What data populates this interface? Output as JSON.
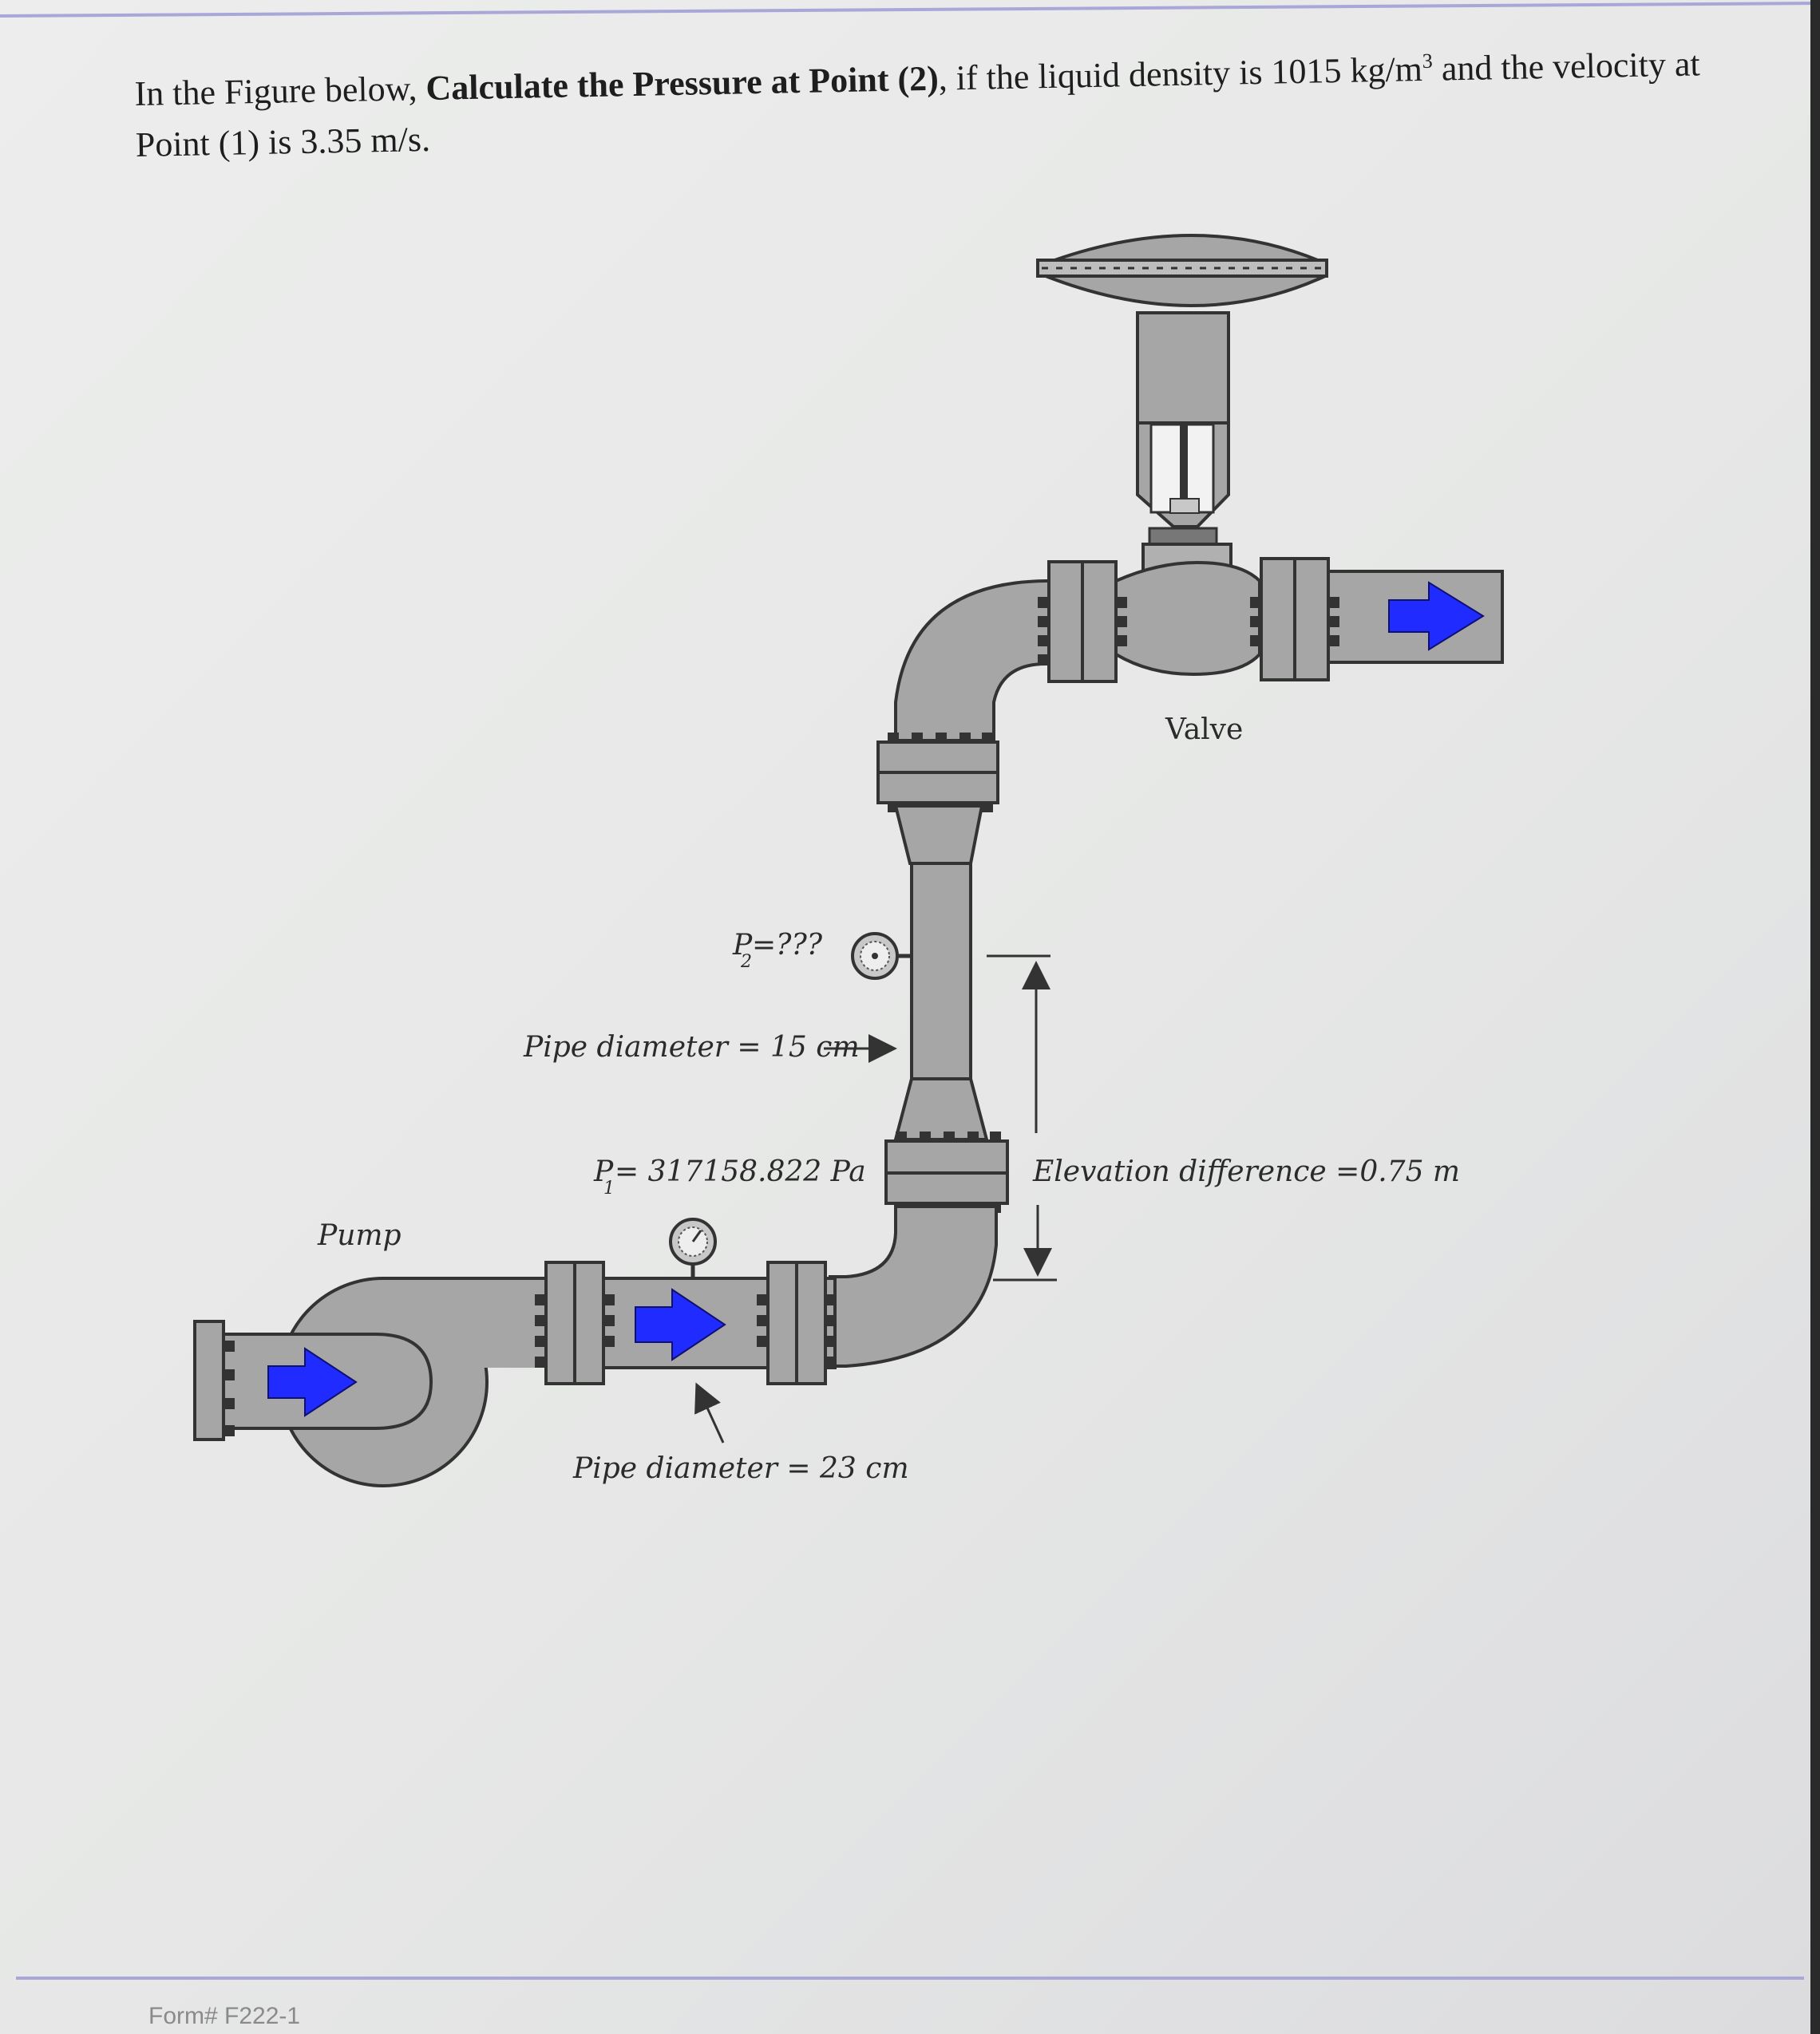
{
  "question": {
    "prefix": "In the Figure below, ",
    "bold": "Calculate the Pressure at Point (2)",
    "middle": ", if the liquid density is 1015 kg/m",
    "density_exp": "3",
    "suffix": " and the velocity at Point (1) is 3.35 m/s."
  },
  "labels": {
    "valve": "Valve",
    "pump": "Pump",
    "p2_symbol": "P",
    "p2_sub": "2",
    "p2_value": " =???",
    "p1_symbol": "P",
    "p1_sub": "1",
    "p1_value": " = 317158.822 Pa",
    "pipe_small": "Pipe diameter = 15 cm",
    "pipe_large": "Pipe diameter = 23 cm",
    "elevation": "Elevation difference =0.75 m"
  },
  "footer": {
    "text": "Form# F222-1"
  },
  "colors": {
    "pipe": "#a6a6a6",
    "pipe_stroke": "#3a3a3a",
    "flow_arrow": "#1f2bff",
    "accent_line": "#9a96d6"
  }
}
